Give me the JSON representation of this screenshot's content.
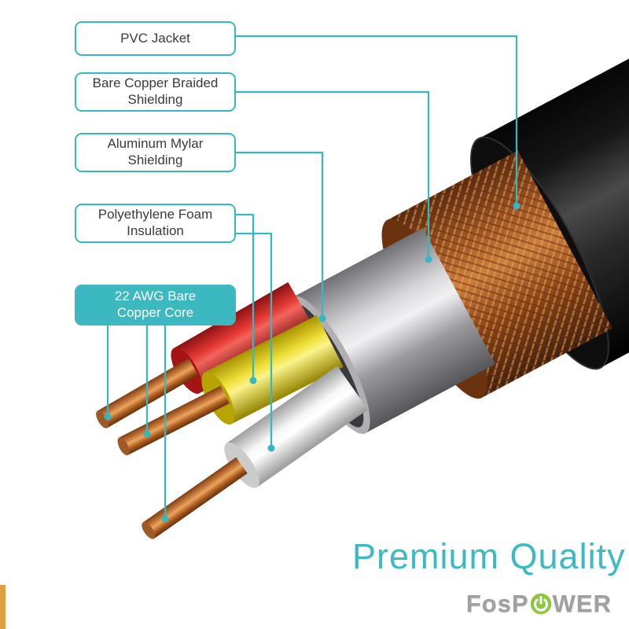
{
  "diagram": {
    "labels": [
      {
        "text": "PVC Jacket"
      },
      {
        "text": "Bare Copper Braided Shielding"
      },
      {
        "text": "Aluminum Mylar Shielding"
      },
      {
        "text": "Polyethylene Foam Insulation"
      },
      {
        "text": "22 AWG Bare Copper Core"
      }
    ]
  },
  "tagline": "Premium Quality",
  "brand": {
    "prefix": "FosP",
    "suffix": "WER",
    "icon": "power-plug-icon"
  },
  "colors": {
    "accent_teal": "#35b8bf",
    "copper": "#cd7f3f",
    "jacket_black": "#141414",
    "mylar_silver": "#d8d8db",
    "wire_red": "#e53935",
    "wire_yellow": "#efe03a",
    "wire_white": "#f7f7f7",
    "logo_green": "#8dc63f",
    "logo_gray": "#a0a0a0",
    "edge_accent": "#e0a040"
  }
}
